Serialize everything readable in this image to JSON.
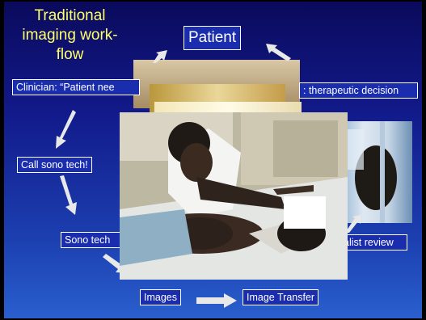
{
  "slide": {
    "title": "Traditional imaging work-flow",
    "patient": "Patient",
    "clinician": "Clinician: “Patient nee",
    "decision": ": therapeutic decision",
    "call_sono": "Call sono tech!",
    "sono_tech": "Sono tech",
    "specialist": "alist review",
    "images": "Images",
    "image_transfer": "Image Transfer"
  }
}
